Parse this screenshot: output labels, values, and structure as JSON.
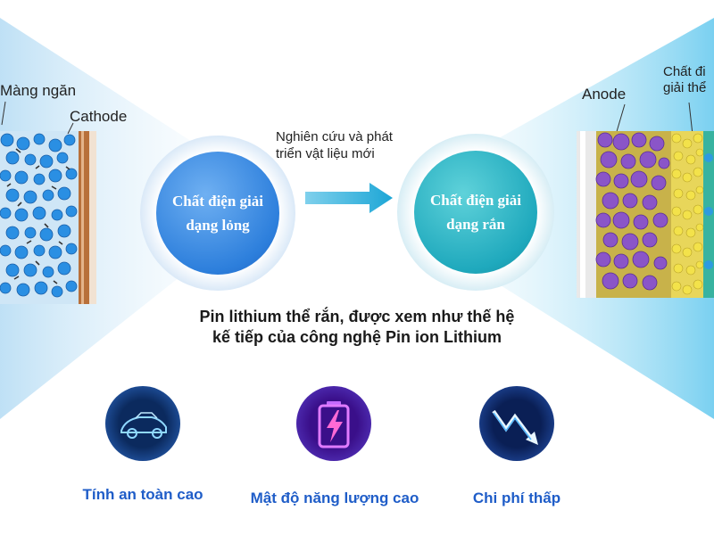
{
  "left_diagram": {
    "separator_label": "Màng ngăn",
    "cathode_label": "Cathode"
  },
  "right_diagram": {
    "anode_label": "Anode",
    "electrolyte_label_line1": "Chất đi",
    "electrolyte_label_line2": "giải thể"
  },
  "liquid_bubble": {
    "line1": "Chất điện giải",
    "line2": "dạng lỏng"
  },
  "solid_bubble": {
    "line1": "Chất điện giải",
    "line2": "dạng rắn"
  },
  "arrow_caption": {
    "line1": "Nghiên cứu và phát",
    "line2": "triển vật liệu mới"
  },
  "headline": {
    "line1": "Pin lithium thể rắn, được xem như thế hệ",
    "line2": "kế tiếp của công nghệ Pin ion Lithium"
  },
  "features": [
    {
      "label": "Tính an toàn cao",
      "icon": "car-icon"
    },
    {
      "label": "Mật độ năng lượng cao",
      "icon": "battery-lightning-icon"
    },
    {
      "label": "Chi phí thấp",
      "icon": "down-trend-icon"
    }
  ],
  "colors": {
    "accent_blue": "#1f5dc8",
    "arrow_cyan": "#2fb0d8",
    "liquid_bubble": "#3f8ee6",
    "solid_bubble": "#22aebf",
    "anode_purple": "#8a55c8"
  }
}
